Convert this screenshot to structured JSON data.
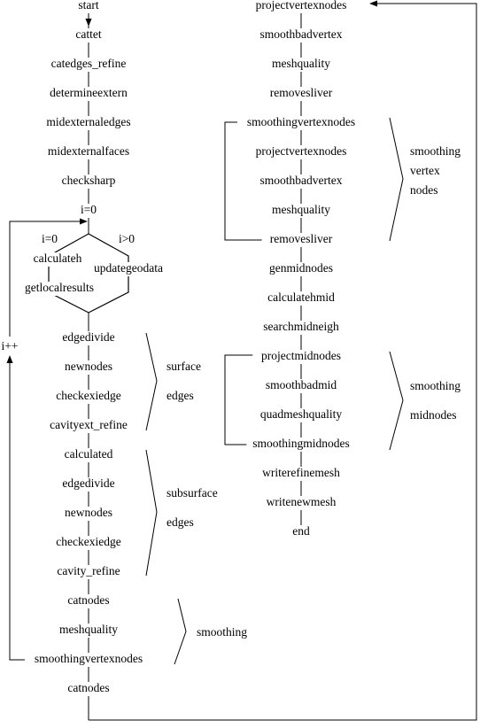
{
  "left_column": [
    "start",
    "cattet",
    "catedges_refine",
    "determineextern",
    "midexternaledges",
    "midexternalfaces",
    "checksharp",
    "i=0",
    "edgedivide",
    "newnodes",
    "checkexiedge",
    "cavityext_refine",
    "calculated",
    "edgedivide",
    "newnodes",
    "checkexiedge",
    "cavity_refine",
    "catnodes",
    "meshquality",
    "smoothingvertexnodes",
    "catnodes"
  ],
  "branch": {
    "left_condition": "i=0",
    "right_condition": "i>0",
    "left_items": [
      "calculateh",
      "getlocalresults"
    ],
    "right_item": "updategeodata"
  },
  "loop_label": "i++",
  "right_column": [
    "projectvertexnodes",
    "smoothbadvertex",
    "meshquality",
    "removesliver",
    "smoothingvertexnodes",
    "projectvertexnodes",
    "smoothbadvertex",
    "meshquality",
    "removesliver",
    "genmidnodes",
    "calculatehmid",
    "searchmidneigh",
    "projectmidnodes",
    "smoothbadmid",
    "quadmeshquality",
    "smoothingmidnodes",
    "writerefinemesh",
    "writenewmesh",
    "end"
  ],
  "group_labels": {
    "surface_edges": [
      "surface",
      "edges"
    ],
    "subsurface_edges": [
      "subsurface",
      "edges"
    ],
    "smoothing": [
      "smoothing"
    ],
    "smoothing_vertex_nodes": [
      "smoothing",
      "vertex",
      "nodes"
    ],
    "smoothing_midnodes": [
      "smoothing",
      "midnodes"
    ]
  }
}
